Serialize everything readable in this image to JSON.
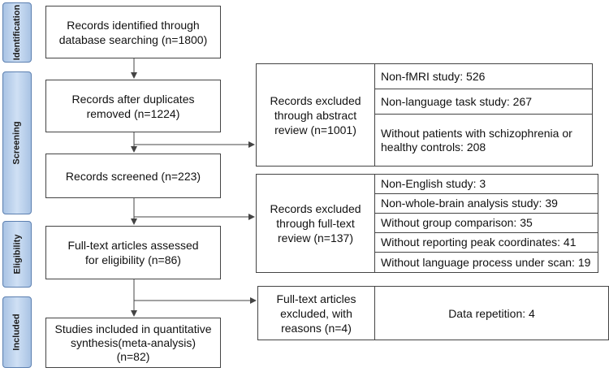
{
  "stages": {
    "identification": "Identification",
    "screening": "Screening",
    "eligibility": "Eligibility",
    "included": "Included"
  },
  "main_flow": {
    "identified": "Records identified through database searching (n=1800)",
    "after_duplicates": "Records after duplicates removed (n=1224)",
    "screened": "Records screened (n=223)",
    "full_text_assessed": "Full-text articles assessed for eligibility (n=86)",
    "included_studies": "Studies included in quantitative synthesis(meta-analysis) (n=82)"
  },
  "exclusions": {
    "abstract": {
      "title": "Records excluded through abstract review (n=1001)",
      "reasons": [
        "Non-fMRI study: 526",
        "Non-language task study: 267",
        "Without patients with schizophrenia or healthy controls: 208"
      ]
    },
    "full_text": {
      "title": "Records excluded through full-text review (n=137)",
      "reasons": [
        "Non-English study: 3",
        "Non-whole-brain analysis study: 39",
        "Without group comparison: 35",
        "Without reporting peak coordinates: 41",
        "Without language process under scan: 19"
      ]
    },
    "final": {
      "title": "Full-text articles excluded, with reasons (n=4)",
      "reasons": [
        "Data repetition: 4"
      ]
    }
  },
  "colors": {
    "stage_fill": "#b7cde9",
    "stage_border": "#5b7fb0",
    "box_border": "#444444",
    "arrow": "#444444"
  }
}
